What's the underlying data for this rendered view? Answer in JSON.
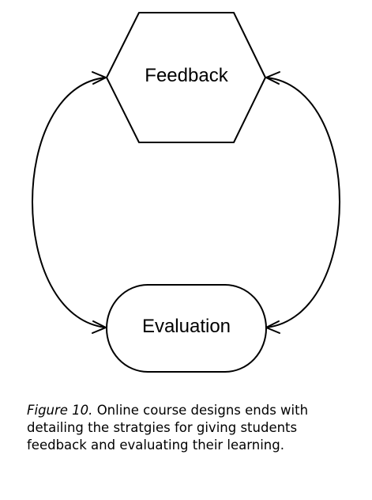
{
  "diagram": {
    "nodes": {
      "feedback": {
        "label": "Feedback",
        "shape": "hexagon"
      },
      "evaluation": {
        "label": "Evaluation",
        "shape": "stadium"
      }
    },
    "edges": [
      {
        "from": "evaluation",
        "to": "feedback",
        "side": "left",
        "arrows": "both"
      },
      {
        "from": "feedback",
        "to": "evaluation",
        "side": "right",
        "arrows": "both"
      }
    ]
  },
  "caption": {
    "label": "Figure 10.",
    "text": "Online course designs ends with detailing the stratgies for giving students feedback and evaluating their learning."
  }
}
